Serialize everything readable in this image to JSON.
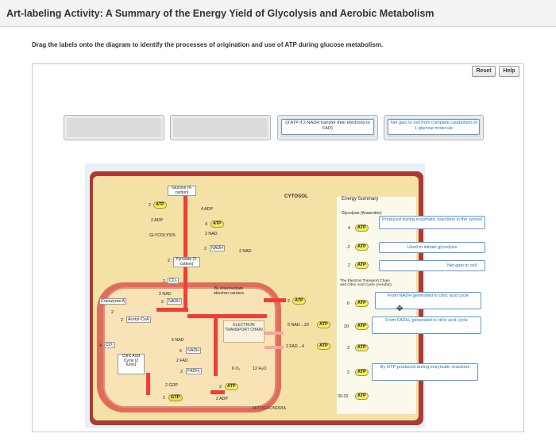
{
  "header": {
    "title": "Art-labeling Activity: A Summary of the Energy Yield of Glycolysis and Aerobic Metabolism"
  },
  "instructions": "Drag the labels onto the diagram to identify the processes of origination and use of ATP during glucose metabolism.",
  "buttons": {
    "reset": "Reset",
    "help": "Help"
  },
  "labels": {
    "atp_nadh_transfer": "(3 ATP if 2 NADH transfer their electrons to FAD)",
    "net_gain_complete": "Net gain to cell from complete catabolism of 1 glucose molecule",
    "produced_cytosol": "Produced during enzymatic reactions in the cytosol",
    "used_initiate": "Used to initiate glycolysis",
    "net_gain_cell": "Net gain to cell",
    "from_nadh": "From NADH generated in citric acid cycle",
    "from_fadh2": "From FADH₂ generated in citric acid cycle",
    "by_gtp": "By GTP produced during enzymatic reactions"
  },
  "diagram": {
    "cytosol": "CYTOSOL",
    "mitochondria": "MITOCHONDRIA",
    "glucose": "Glucose (6-carbon)",
    "pyruvate": "Pyruvate (3-carbon)",
    "glycolysis": "GLYCOLYSIS",
    "coenzyme_a": "Coenzyme A",
    "acetyl_coa": "Acetyl-CoA",
    "citric": "Citric Acid Cycle (2 turns)",
    "etc": "ELECTRON TRANSPORT CHAIN",
    "intermediate": "By intermediate electron carriers",
    "atp": "ATP",
    "adp2": "2 ADP",
    "adp4": "4 ADP",
    "nad2": "2 NAD",
    "nadh": "NADH",
    "nad6": "6 NAD",
    "fad2": "2 FAD",
    "fadh2": "FADH₂",
    "gdp": "2 GDP",
    "gtp": "GTP",
    "co2": "CO₂",
    "o2": "6 O₂",
    "h2o": "12 H₂O",
    "n2": "2",
    "n4": "4",
    "n6": "6",
    "nad_20": "6 NAD→20",
    "fad_4": "2 FAD→4",
    "n2adp": "2 ADP"
  },
  "energy": {
    "title": "Energy Summary",
    "glycolysis": "Glycolysis (Anaerobic):",
    "n4": "4",
    "nm2": "-2",
    "n2": "2",
    "etc_cycle": "The Electron Transport Chain and Citric Acid Cycle (Aerobic):",
    "n6": "6",
    "n20": "20",
    "n3": "3",
    "n2b": "2",
    "total": "30-32"
  }
}
